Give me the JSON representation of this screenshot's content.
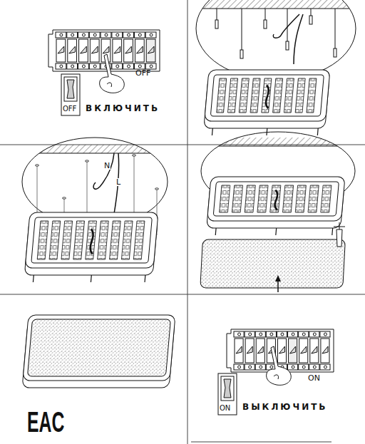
{
  "diagram": {
    "labels": [
      "OFF",
      "OFF",
      "ВКЛЮЧИТЬ",
      "N",
      "L",
      "ON",
      "ON",
      "ВЫКЛЮЧИТЬ",
      "EAC"
    ]
  }
}
